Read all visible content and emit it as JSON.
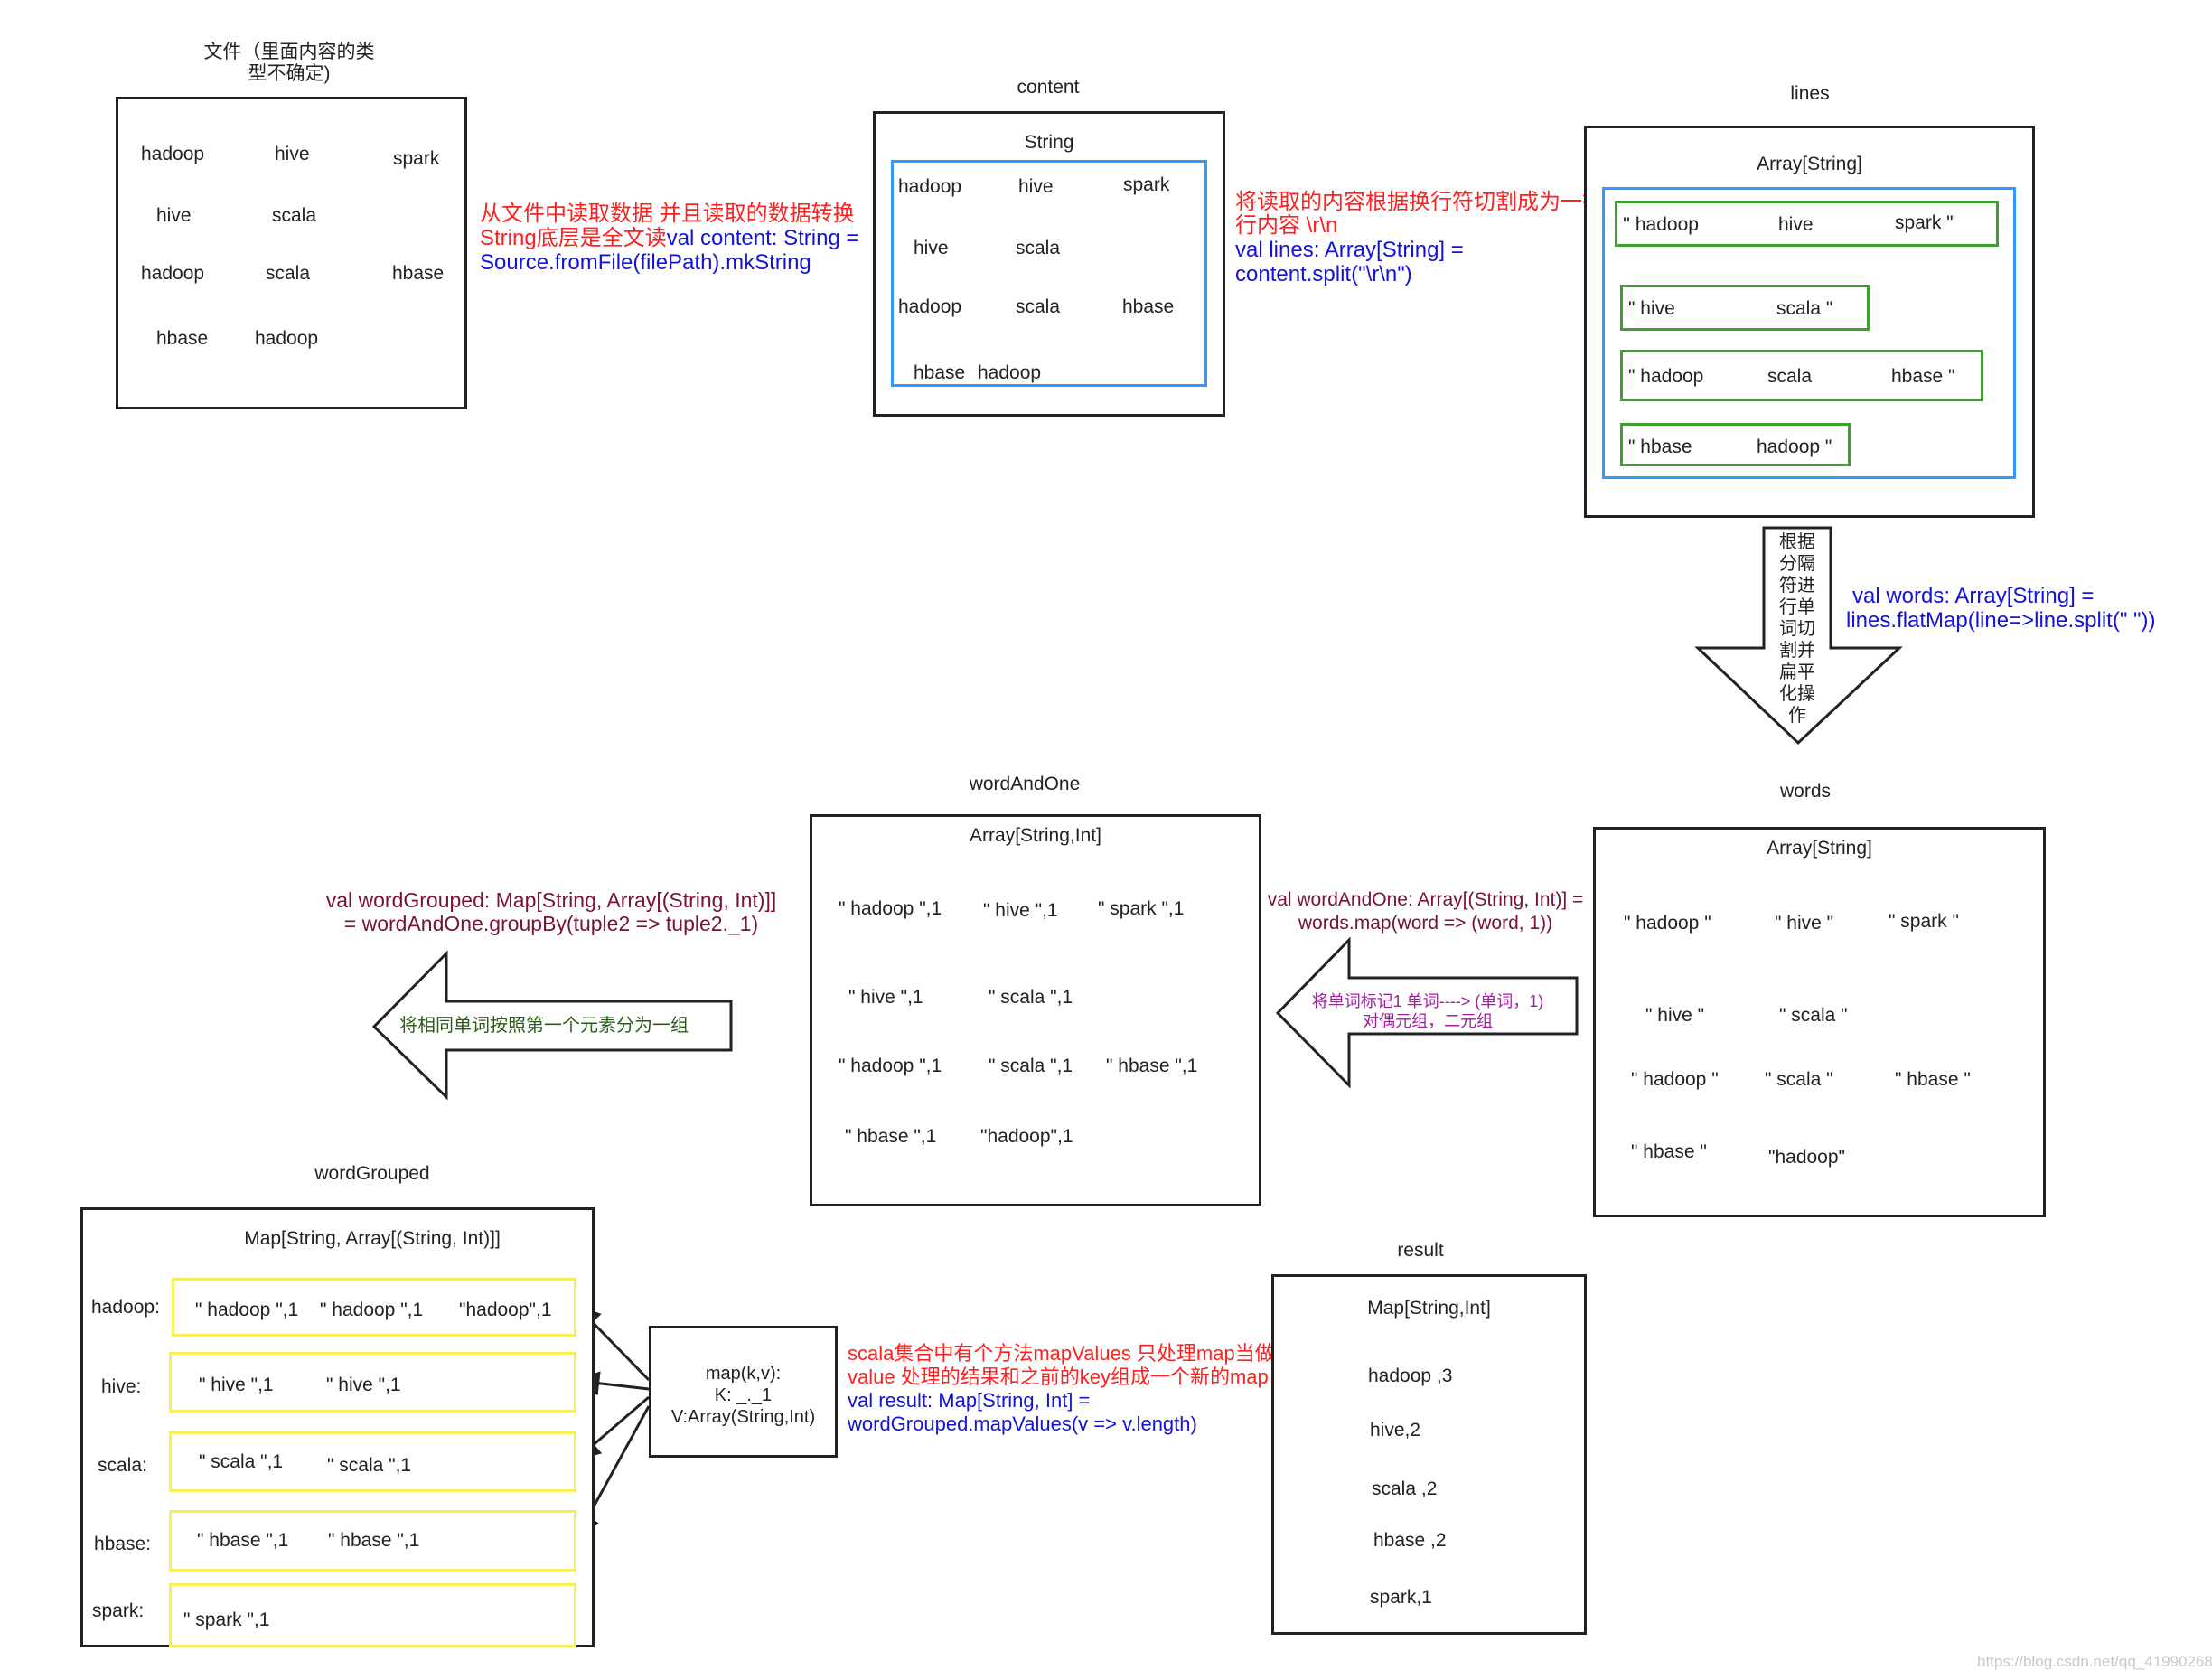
{
  "file": {
    "title_line1": "文件（里面内容的类",
    "title_line2": "型不确定)",
    "words": [
      "hadoop",
      "hive",
      "spark",
      "hive",
      "scala",
      "hadoop",
      "scala",
      "hbase",
      "hbase",
      "hadoop"
    ]
  },
  "note1": {
    "line1": "从文件中读取数据 并且读取的数据转换",
    "line2": "String底层是全文读",
    "line2_code": "val content: String =",
    "line3": "Source.fromFile(filePath).mkString"
  },
  "content": {
    "title": "content",
    "type": "String",
    "words": [
      "hadoop",
      "hive",
      "spark",
      "hive",
      "scala",
      "hadoop",
      "scala",
      "hbase",
      "hbase",
      "hadoop"
    ]
  },
  "note2": {
    "line1": "将读取的内容根据换行符切割成为一行",
    "line2": "行内容  \\r\\n",
    "line3": "val lines: Array[String] =",
    "line4": "content.split(\"\\r\\n\")"
  },
  "lines": {
    "title": "lines",
    "type": "Array[String]",
    "rows": [
      [
        "'' hadoop",
        "hive",
        "spark  \""
      ],
      [
        "\" hive",
        "scala \""
      ],
      [
        "\" hadoop",
        "scala",
        "hbase \""
      ],
      [
        "\" hbase",
        "hadoop \""
      ]
    ]
  },
  "flat_arrow": {
    "label": [
      "根据",
      "分隔",
      "符进",
      "行单",
      "词切",
      "割并",
      "扁平",
      "化操",
      "作"
    ],
    "code_line1": "val words: Array[String] =",
    "code_line2": "lines.flatMap(line=>line.split(\" \"))"
  },
  "words": {
    "title": "words",
    "type": "Array[String]",
    "items": [
      "\" hadoop \"",
      "\" hive \"",
      "\" spark \"",
      "\" hive \"",
      "\" scala \"",
      "\" hadoop \"",
      "\" scala \"",
      "\" hbase \"",
      "\" hbase \"",
      "\"hadoop\""
    ]
  },
  "map_arrow": {
    "code_line1": "val wordAndOne: Array[(String, Int)] =",
    "code_line2": "words.map(word => (word, 1))",
    "label_line1": "将单词标记1   单词----> (单词，1)",
    "label_line2": "对偶元组，二元组"
  },
  "wordAndOne": {
    "title": "wordAndOne",
    "type": "Array[String,Int]",
    "items": [
      "\" hadoop \",1",
      "\" hive \",1",
      "\" spark \",1",
      "\" hive \",1",
      "\" scala \",1",
      "\" hadoop \",1",
      "\" scala \",1",
      "\" hbase \",1",
      "\" hbase \",1",
      "\"hadoop\",1"
    ]
  },
  "group_arrow": {
    "code_line1": "val wordGrouped: Map[String, Array[(String, Int)]]",
    "code_line2": "= wordAndOne.groupBy(tuple2 => tuple2._1)",
    "label": "将相同单词按照第一个元素分为一组"
  },
  "wordGrouped": {
    "title": "wordGrouped",
    "type": "Map[String, Array[(String, Int)]]",
    "keys": [
      "hadoop:",
      "hive:",
      "scala:",
      "hbase:",
      "spark:"
    ],
    "values": [
      [
        "\" hadoop \",1",
        "\" hadoop \",1",
        "\"hadoop\",1"
      ],
      [
        "\" hive \",1",
        "\" hive \",1"
      ],
      [
        "\" scala \",1",
        "\" scala \",1"
      ],
      [
        "\" hbase \",1",
        "\" hbase \",1"
      ],
      [
        "\" spark \",1"
      ]
    ]
  },
  "mapkv": {
    "line1": "map(k,v):",
    "line2": "K: _._1",
    "line3": "V:Array(String,Int)"
  },
  "note3": {
    "line1": "scala集合中有个方法mapValues 只处理map当做",
    "line2": "value 处理的结果和之前的key组成一个新的map",
    "line3": "val result: Map[String, Int] =",
    "line4": "wordGrouped.mapValues(v => v.length)"
  },
  "result": {
    "title": "result",
    "type": "Map[String,Int]",
    "items": [
      "hadoop ,3",
      "hive,2",
      "scala ,2",
      "hbase ,2",
      "spark,1"
    ]
  },
  "watermark": "https://blog.csdn.net/qq_41990268",
  "colors": {
    "blue_box": "#3399ff",
    "green_box": "#3aa12a",
    "yellow_box": "#f5ef5a",
    "red_text": "#ff2020",
    "code_text": "#1414d8",
    "maroon_text": "#7a1230",
    "purple_text": "#a020a0",
    "green_text": "#2b5a1a"
  }
}
